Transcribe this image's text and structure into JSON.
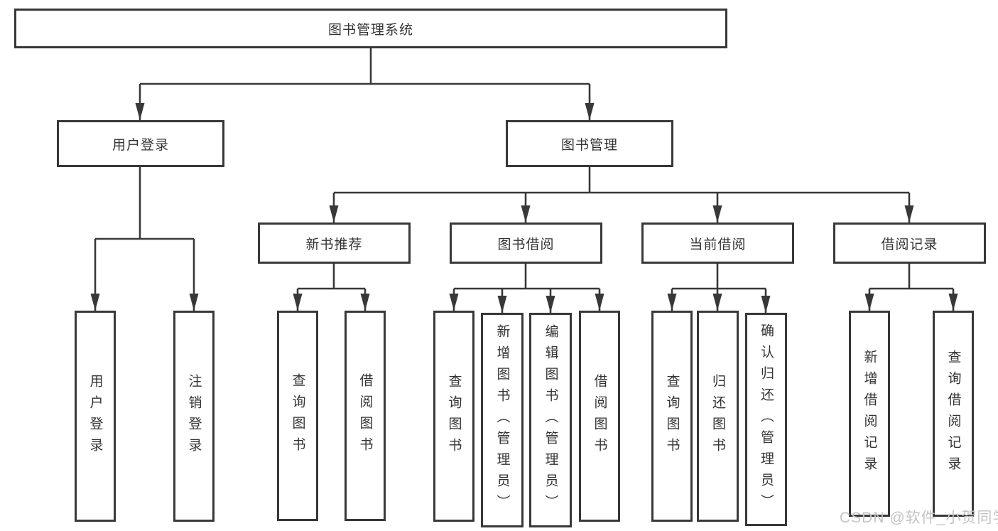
{
  "tree": {
    "root": {
      "label": "图书管理系统"
    },
    "branches": [
      {
        "label": "用户登录",
        "children": [
          {
            "label": "用户登录"
          },
          {
            "label": "注销登录"
          }
        ]
      },
      {
        "label": "图书管理",
        "children": [
          {
            "label": "新书推荐",
            "children": [
              {
                "label": "查询图书"
              },
              {
                "label": "借阅图书"
              }
            ]
          },
          {
            "label": "图书借阅",
            "children": [
              {
                "label": "查询图书"
              },
              {
                "label": "新增图书（管理员）"
              },
              {
                "label": "编辑图书（管理员）"
              },
              {
                "label": "借阅图书"
              }
            ]
          },
          {
            "label": "当前借阅",
            "children": [
              {
                "label": "查询图书"
              },
              {
                "label": "归还图书"
              },
              {
                "label": "确认归还（管理员）"
              }
            ]
          },
          {
            "label": "借阅记录",
            "children": [
              {
                "label": "新增借阅记录"
              },
              {
                "label": "查询借阅记录"
              }
            ]
          }
        ]
      }
    ]
  },
  "watermark": {
    "text": "CSDN @软件_小贺同学"
  },
  "colors": {
    "line": "#383838",
    "box_border": "#383838",
    "text": "#333333",
    "background": "#ffffff",
    "watermark": "#c4c4c4"
  }
}
